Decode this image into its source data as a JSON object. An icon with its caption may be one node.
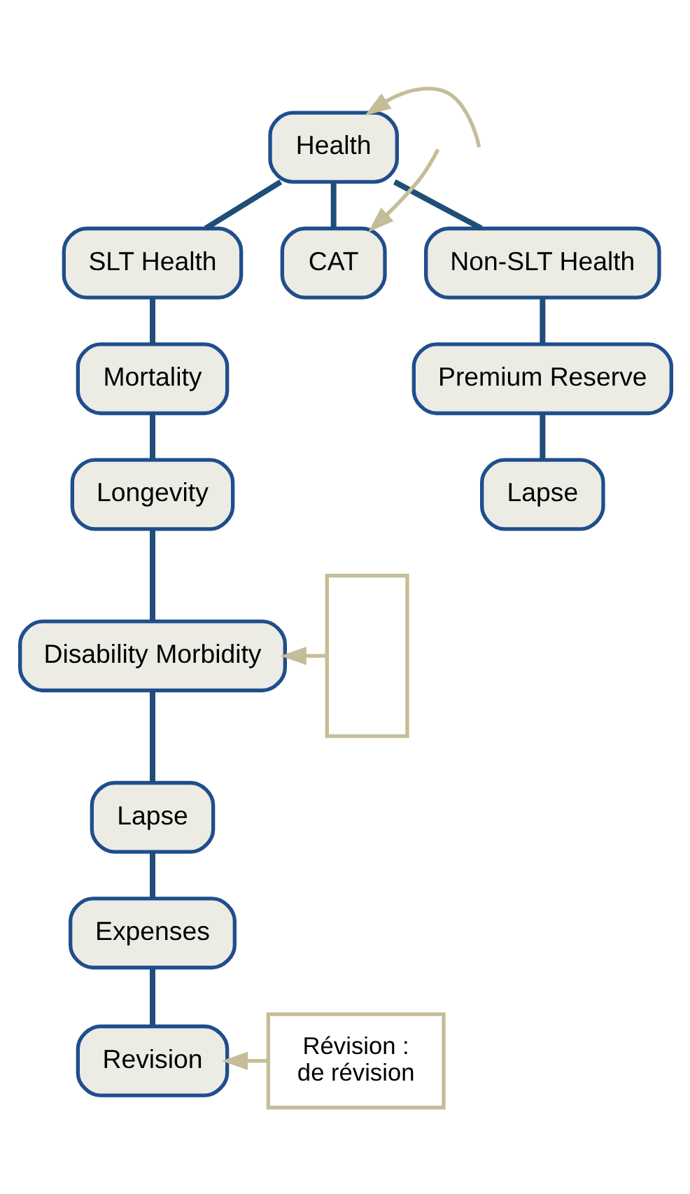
{
  "diagram": {
    "nodes": [
      {
        "text": [
          "Health"
        ]
      },
      {
        "text": [
          "SLT Health"
        ]
      },
      {
        "text": [
          "CAT"
        ]
      },
      {
        "text": [
          "Non-SLT Health"
        ]
      },
      {
        "text": [
          "Mortality"
        ]
      },
      {
        "text": [
          "Premium Reserve"
        ]
      },
      {
        "text": [
          "Longevity"
        ]
      },
      {
        "text": [
          "Lapse"
        ]
      },
      {
        "text": [
          "Disability Morbidity"
        ]
      },
      {
        "text": [],
        "shape": "box"
      },
      {
        "text": [
          "Lapse"
        ]
      },
      {
        "text": [
          "Expenses"
        ]
      },
      {
        "text": [
          "Revision"
        ]
      },
      {
        "text": [
          "Révision :",
          "de révision"
        ]
      }
    ],
    "edges": [
      {
        "from": 0,
        "to": 1,
        "arrow": "none"
      },
      {
        "from": 0,
        "to": 2,
        "arrow": "none"
      },
      {
        "from": 0,
        "to": 3,
        "arrow": "none"
      },
      {
        "from": 1,
        "to": 4,
        "arrow": "none"
      },
      {
        "from": 4,
        "to": 6,
        "arrow": "none"
      },
      {
        "from": 6,
        "to": 8,
        "arrow": "none"
      },
      {
        "from": 8,
        "to": 10,
        "arrow": "none"
      },
      {
        "from": 10,
        "to": 11,
        "arrow": "none"
      },
      {
        "from": 11,
        "to": 12,
        "arrow": "none"
      },
      {
        "from": 3,
        "to": 5,
        "arrow": "none"
      },
      {
        "from": 5,
        "to": 7,
        "arrow": "none"
      },
      {
        "from": null,
        "to": 0,
        "arrow": "to",
        "color": "#c4bd97"
      },
      {
        "from": null,
        "to": 2,
        "arrow": "to",
        "color": "#c4bd97"
      },
      {
        "from": 9,
        "to": 8,
        "arrow": "to",
        "color": "#c4bd97"
      },
      {
        "from": 13,
        "to": 12,
        "arrow": "to",
        "color": "#c4bd97"
      }
    ]
  }
}
